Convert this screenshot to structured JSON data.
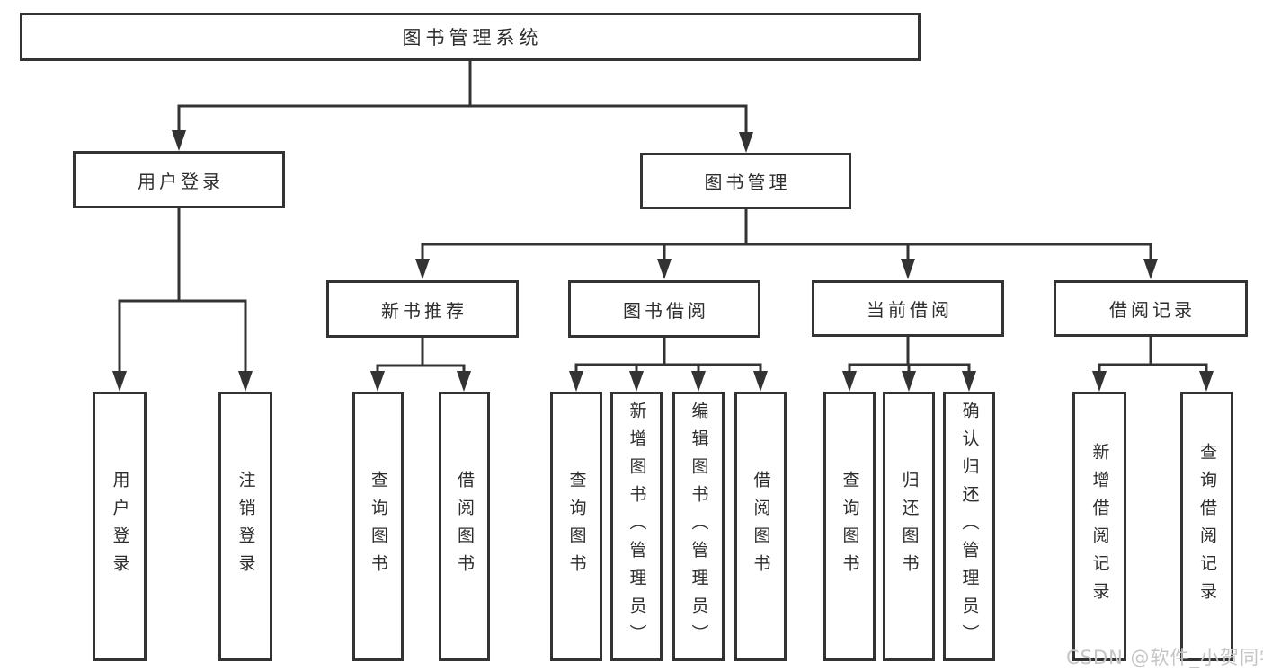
{
  "diagram": {
    "root": {
      "label": "图书管理系统"
    },
    "branches": [
      {
        "label": "用户登录",
        "children": [
          "用户登录",
          "注销登录"
        ]
      },
      {
        "label": "图书管理",
        "groups": [
          {
            "label": "新书推荐",
            "children": [
              "查询图书",
              "借阅图书"
            ]
          },
          {
            "label": "图书借阅",
            "children": [
              "查询图书",
              "新增图书（管理员）",
              "编辑图书（管理员）",
              "借阅图书"
            ]
          },
          {
            "label": "当前借阅",
            "children": [
              "查询图书",
              "归还图书",
              "确认归还（管理员）"
            ]
          },
          {
            "label": "借阅记录",
            "children": [
              "新增借阅记录",
              "查询借阅记录"
            ]
          }
        ]
      }
    ],
    "colors": {
      "line": "#333333",
      "text": "#2d2d2d",
      "box_background": "#ffffff"
    }
  },
  "watermark": {
    "text": "CSDN @软件_小贺同学",
    "color": "#c5c5c5"
  }
}
